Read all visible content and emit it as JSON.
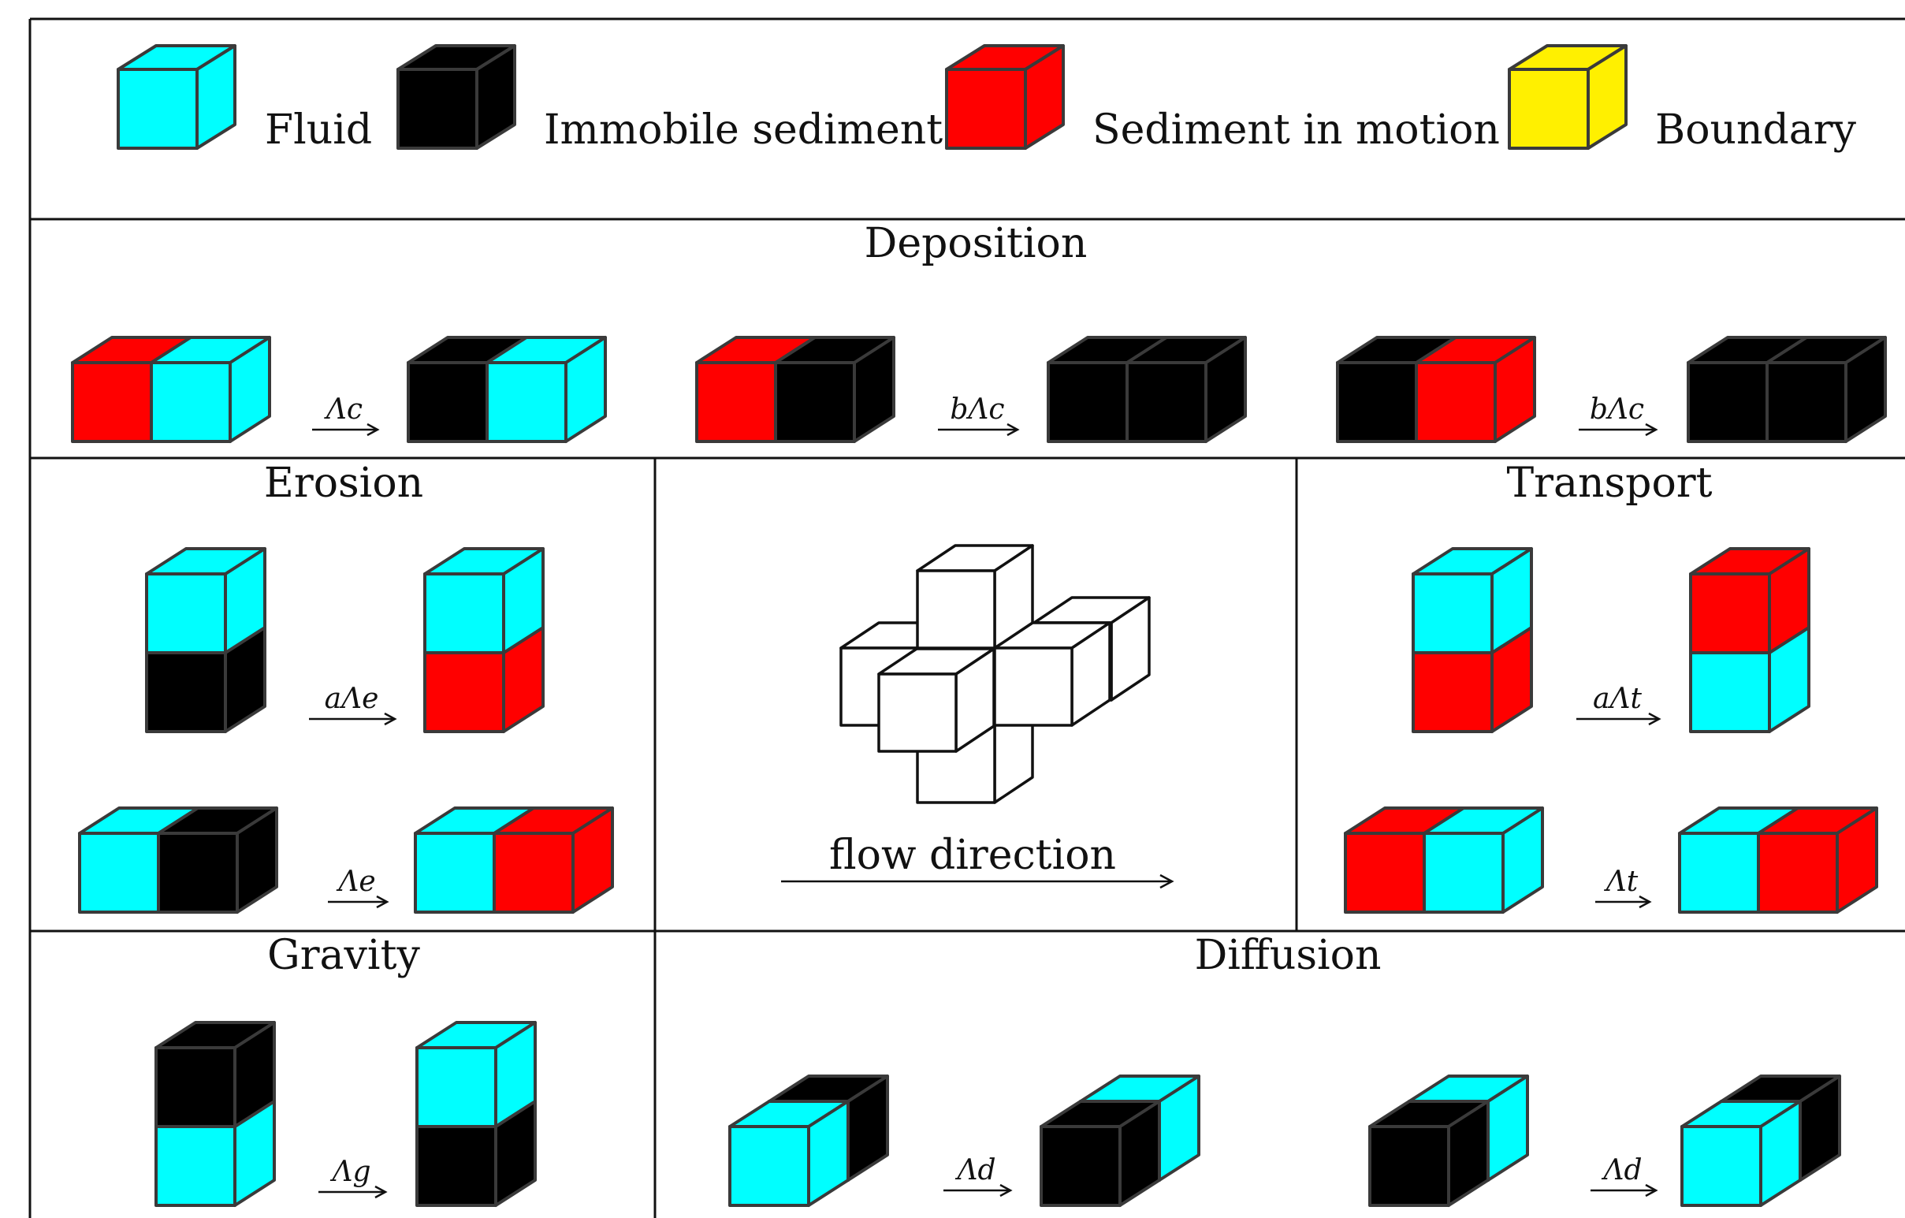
{
  "colors": {
    "fluid": "#00FFFF",
    "immobile": "#000000",
    "motion": "#FF0000",
    "boundary": "#FFF000",
    "edge": "#3a3a3a",
    "line": "#111111"
  },
  "legend": {
    "fluid": "Fluid",
    "immobile": "Immobile sediment",
    "motion": "Sediment in motion",
    "boundary": "Boundary"
  },
  "sections": {
    "deposition": "Deposition",
    "erosion": "Erosion",
    "transport": "Transport",
    "gravity": "Gravity",
    "diffusion": "Diffusion"
  },
  "flow_label": "flow direction",
  "rates": {
    "dep1": "Λc",
    "dep2": "bΛc",
    "dep3": "bΛc",
    "ero1": "aΛe",
    "ero2": "Λe",
    "tra1": "aΛt",
    "tra2": "Λt",
    "grav": "Λg",
    "dif1": "Λd",
    "dif2": "Λd"
  }
}
